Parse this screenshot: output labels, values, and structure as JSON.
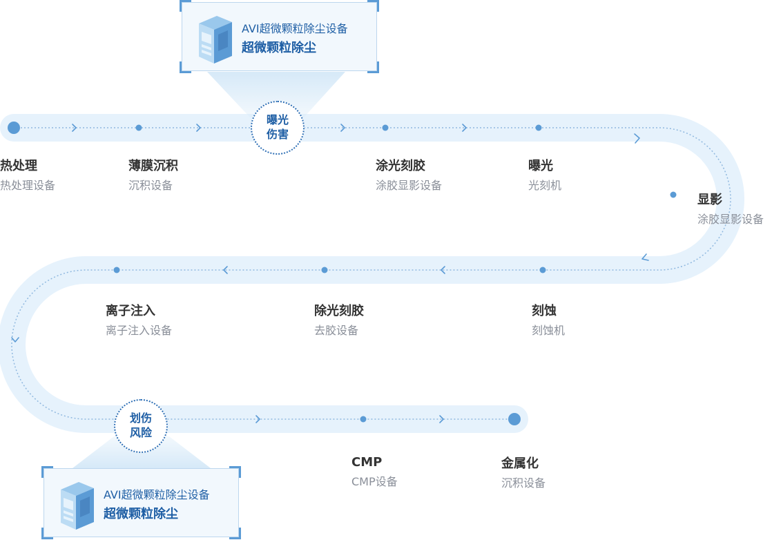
{
  "steps": [
    {
      "id": "heat",
      "title": "热处理",
      "sub": "热处理设备"
    },
    {
      "id": "film",
      "title": "薄膜沉积",
      "sub": "沉积设备"
    },
    {
      "id": "coat",
      "title": "涂光刻胶",
      "sub": "涂胶显影设备"
    },
    {
      "id": "expose",
      "title": "曝光",
      "sub": "光刻机"
    },
    {
      "id": "develop",
      "title": "显影",
      "sub": "涂胶显影设备"
    },
    {
      "id": "etch",
      "title": "刻蚀",
      "sub": "刻蚀机"
    },
    {
      "id": "strip",
      "title": "除光刻胶",
      "sub": "去胶设备"
    },
    {
      "id": "implant",
      "title": "离子注入",
      "sub": "离子注入设备"
    },
    {
      "id": "cmp",
      "title": "CMP",
      "sub": "CMP设备"
    },
    {
      "id": "metal",
      "title": "金属化",
      "sub": "沉积设备"
    }
  ],
  "risks": {
    "top": {
      "line1": "曝光",
      "line2": "伤害"
    },
    "bottom": {
      "line1": "划伤",
      "line2": "风险"
    }
  },
  "equipment_cards": {
    "top": {
      "name": "AVI超微颗粒除尘设备",
      "function": "超微颗粒除尘",
      "icon": "dust-removal-machine-icon"
    },
    "bottom": {
      "name": "AVI超微颗粒除尘设备",
      "function": "超微颗粒除尘",
      "icon": "dust-removal-machine-icon"
    }
  },
  "colors": {
    "track": "#e6f2fc",
    "accent": "#5b9bd5",
    "risk_text": "#1f5fa5",
    "title_text": "#333333",
    "sub_text": "#8a8f99"
  }
}
